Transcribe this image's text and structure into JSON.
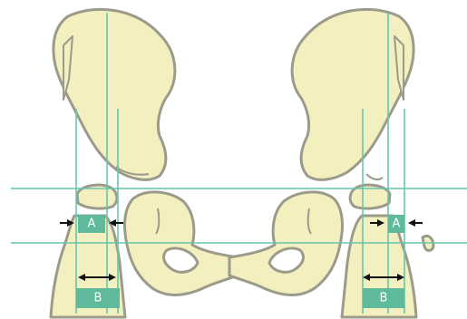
{
  "labels": {
    "left_a": "A",
    "left_b": "B",
    "right_a": "A",
    "right_b": "B"
  },
  "colors": {
    "bone_fill": "#f3efbf",
    "bone_outline": "#9b9b8c",
    "guide_line": "#67c6ad",
    "label_box": "#5fba9c",
    "arrow": "#111111"
  }
}
